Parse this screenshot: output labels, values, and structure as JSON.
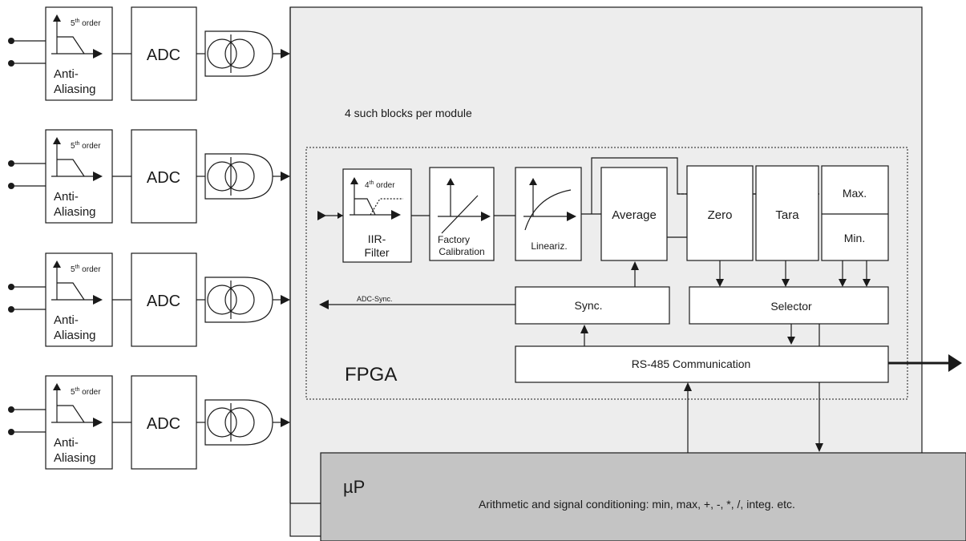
{
  "diagram": {
    "note": "4 such blocks per module",
    "fpga_label": "FPGA",
    "up_label": "µP",
    "up_description": "Arithmetic and signal conditioning: min, max, +, -, *, /, integ. etc.",
    "channel": {
      "order_prefix": "5",
      "order_sup": "th",
      "order_suffix": " order",
      "aa_line1": "Anti-",
      "aa_line2": "Aliasing",
      "adc": "ADC"
    },
    "iir": {
      "order_prefix": "4",
      "order_sup": "th",
      "order_suffix": " order",
      "line1": "IIR-",
      "line2": "Filter"
    },
    "factory": {
      "line1": "Factory",
      "line2": "Calibration"
    },
    "lineariz": "Lineariz.",
    "average": "Average",
    "zero": "Zero",
    "tara": "Tara",
    "max": "Max.",
    "min": "Min.",
    "sync": "Sync.",
    "selector": "Selector",
    "rs485": "RS-485 Communication",
    "adc_sync": "ADC-Sync."
  },
  "colors": {
    "module_bg": "#ededed",
    "up_bg": "#c4c4c4",
    "line": "#1a1a1a"
  }
}
